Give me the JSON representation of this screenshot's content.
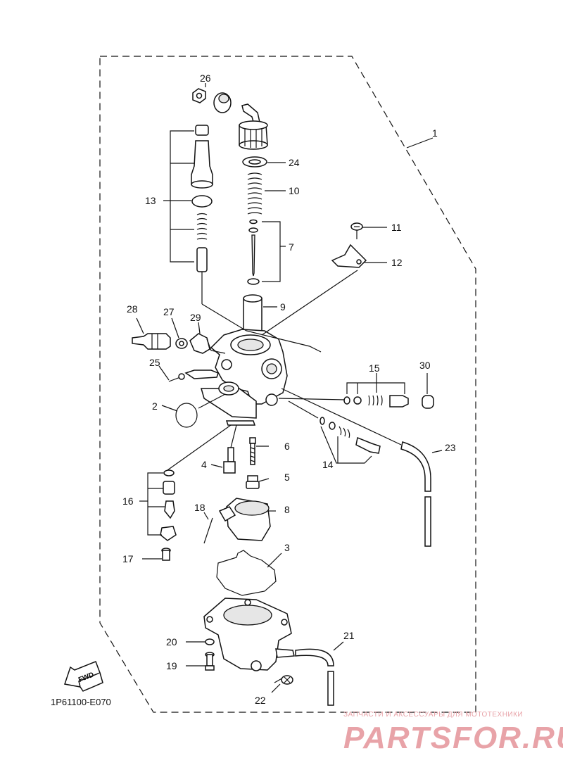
{
  "callouts": [
    {
      "id": "1",
      "text": "1"
    },
    {
      "id": "2",
      "text": "2"
    },
    {
      "id": "3",
      "text": "3"
    },
    {
      "id": "4",
      "text": "4"
    },
    {
      "id": "5",
      "text": "5"
    },
    {
      "id": "6",
      "text": "6"
    },
    {
      "id": "7",
      "text": "7"
    },
    {
      "id": "8",
      "text": "8"
    },
    {
      "id": "9",
      "text": "9"
    },
    {
      "id": "10",
      "text": "10"
    },
    {
      "id": "11",
      "text": "11"
    },
    {
      "id": "12",
      "text": "12"
    },
    {
      "id": "13",
      "text": "13"
    },
    {
      "id": "14",
      "text": "14"
    },
    {
      "id": "15",
      "text": "15"
    },
    {
      "id": "16",
      "text": "16"
    },
    {
      "id": "17",
      "text": "17"
    },
    {
      "id": "18",
      "text": "18"
    },
    {
      "id": "19",
      "text": "19"
    },
    {
      "id": "20",
      "text": "20"
    },
    {
      "id": "21",
      "text": "21"
    },
    {
      "id": "22",
      "text": "22"
    },
    {
      "id": "23",
      "text": "23"
    },
    {
      "id": "24",
      "text": "24"
    },
    {
      "id": "25",
      "text": "25"
    },
    {
      "id": "26",
      "text": "26"
    },
    {
      "id": "27",
      "text": "27"
    },
    {
      "id": "28",
      "text": "28"
    },
    {
      "id": "29",
      "text": "29"
    },
    {
      "id": "30",
      "text": "30"
    }
  ],
  "fwd_label": "FWD",
  "diagram_code": "1P61100-E070",
  "watermark": {
    "tagline": "ЗАПЧАСТИ И АКСЕССУАРЫ ДЛЯ МОТОТЕХНИКИ",
    "brand": "PARTSFOR.RU",
    "color": "#e8a3a8"
  }
}
